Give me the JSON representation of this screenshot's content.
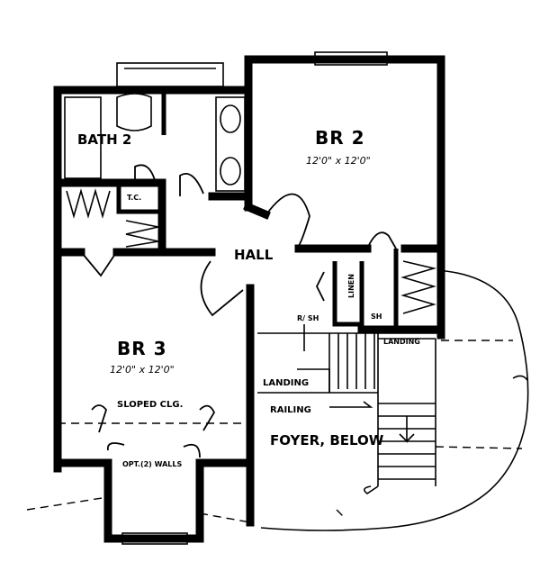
{
  "rooms": {
    "bath2": {
      "label": "BATH 2"
    },
    "tc": {
      "label": "T.C."
    },
    "br2": {
      "label": "BR 2",
      "dims": "12'0\" x 12'0\""
    },
    "br3": {
      "label": "BR 3",
      "dims": "12'0\" x 12'0\""
    },
    "hall": {
      "label": "HALL"
    },
    "linen": {
      "label": "LINEN"
    },
    "sh": {
      "label": "SH"
    },
    "rr": {
      "label": "R/ SH"
    }
  },
  "notes": {
    "sloped_clg": "SLOPED CLG.",
    "opt_walls": "OPT.(2) WALLS",
    "landing_upper": "LANDING",
    "landing_lower": "LANDING",
    "railing": "RAILING",
    "foyer": "FOYER, BELOW"
  }
}
